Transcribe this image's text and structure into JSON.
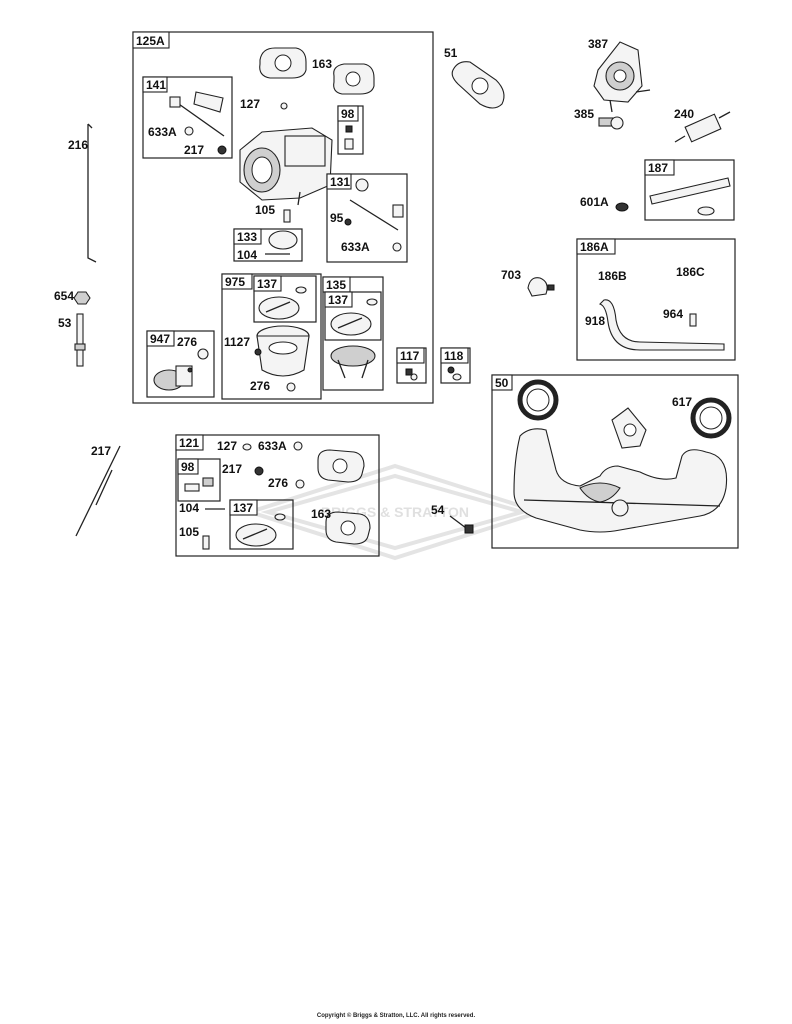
{
  "watermark": "BRIGGS & STRATTON",
  "copyright": "Copyright © Briggs & Stratton, LLC. All rights reserved.",
  "boxes": {
    "b125A": "125A",
    "b141": "141",
    "b98a": "98",
    "b131": "131",
    "b133": "133",
    "b975": "975",
    "b137a": "137",
    "b135": "135",
    "b137b": "137",
    "b947": "947",
    "b117": "117",
    "b118": "118",
    "b187": "187",
    "b186A": "186A",
    "b50": "50",
    "b121": "121",
    "b98b": "98",
    "b137c": "137"
  },
  "labels": {
    "l163a": "163",
    "l127a": "127",
    "l633Aa": "633A",
    "l217a": "217",
    "l104a": "104",
    "l105a": "105",
    "l95": "95",
    "l633Ab": "633A",
    "l104b": "104",
    "l1127": "1127",
    "l276a": "276",
    "l276b": "276",
    "l216": "216",
    "l654": "654",
    "l53": "53",
    "l51": "51",
    "l387": "387",
    "l385": "385",
    "l240": "240",
    "l601A": "601A",
    "l703": "703",
    "l186B": "186B",
    "l186C": "186C",
    "l918": "918",
    "l964": "964",
    "l617": "617",
    "l217b": "217",
    "l127b": "127",
    "l633Ac": "633A",
    "l217c": "217",
    "l276c": "276",
    "l104c": "104",
    "l105b": "105",
    "l163b": "163",
    "l54": "54"
  }
}
